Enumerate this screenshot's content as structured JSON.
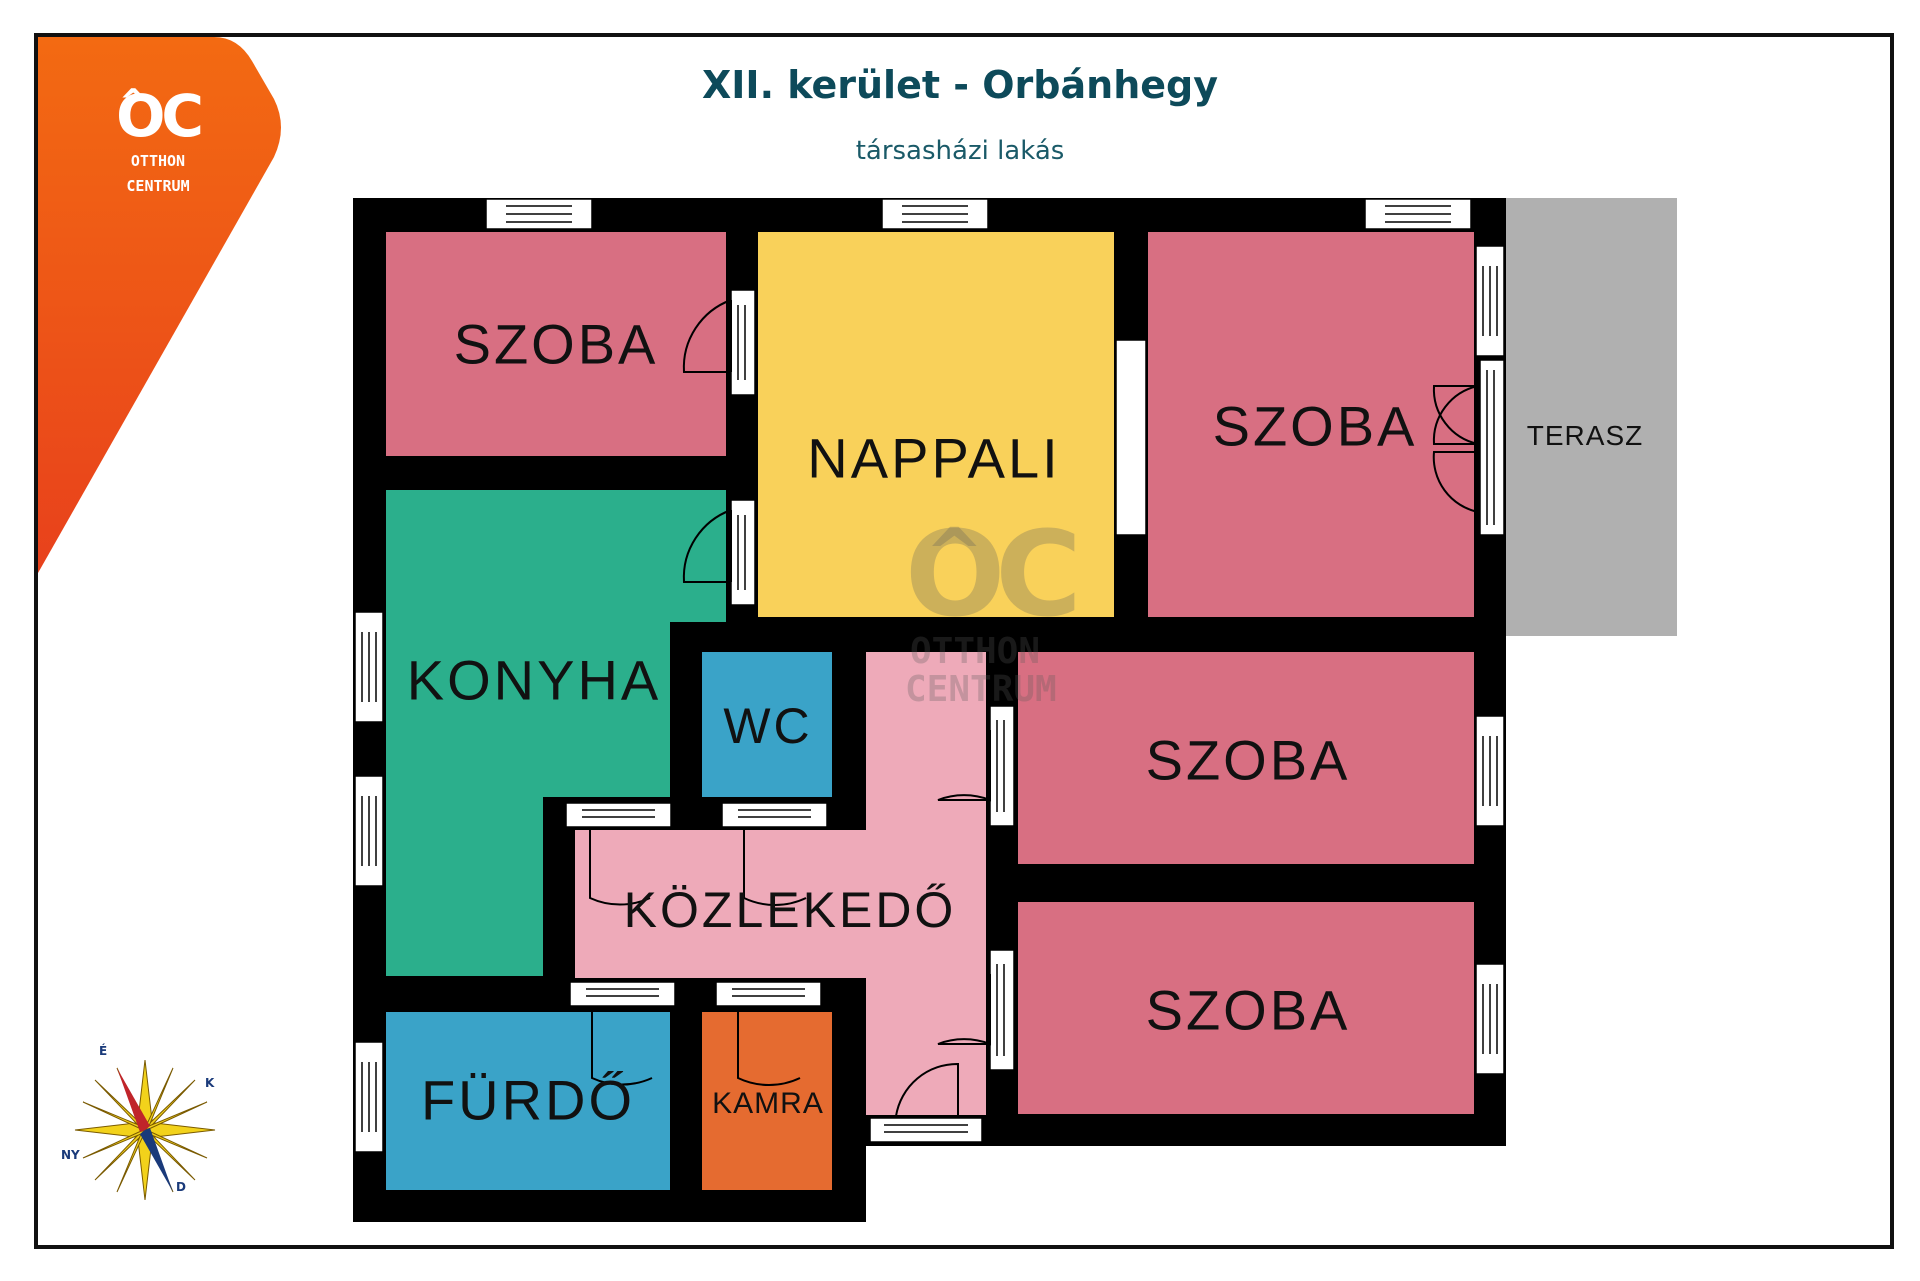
{
  "header": {
    "title": "XII. kerület - Orbánhegy",
    "subtitle": "társasházi lakás"
  },
  "brand": {
    "logo_mark": "OC",
    "logo_line1": "OTTHON",
    "logo_line2": "CENTRUM",
    "watermark_mark": "OC",
    "watermark_line1": "OTTHON",
    "watermark_line2": "CENTRUM",
    "colors": {
      "banner_top": "#f36a12",
      "banner_bottom": "#e8411c"
    }
  },
  "rooms": {
    "szoba_nw": "SZOBA",
    "nappali": "NAPPALI",
    "szoba_ne": "SZOBA",
    "terasz": "TERASZ",
    "konyha": "KONYHA",
    "wc": "WC",
    "szoba_e1": "SZOBA",
    "kozlekedo": "KÖZLEKEDŐ",
    "szoba_e2": "SZOBA",
    "furdo": "FÜRDŐ",
    "kamra": "KAMRA"
  },
  "room_colors": {
    "szoba": "#d86f82",
    "nappali": "#f9d15a",
    "konyha": "#2baf8c",
    "wc": "#3aa3c8",
    "furdo": "#3aa3c8",
    "kozlekedo": "#eeaab9",
    "kamra": "#e56b30",
    "terasz": "#b0b0b0",
    "wall": "#000000"
  },
  "compass": {
    "north": "É",
    "east": "K",
    "south": "D",
    "west": "NY",
    "icon": "compass-rose-icon"
  }
}
